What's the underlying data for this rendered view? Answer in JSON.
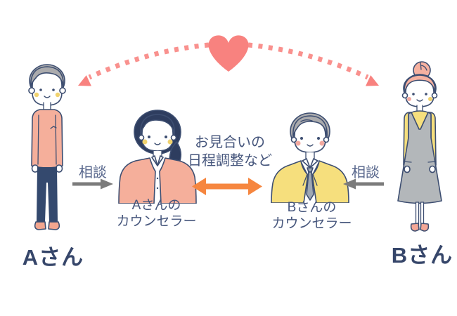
{
  "diagram": {
    "person_a": {
      "label": "Aさん"
    },
    "person_b": {
      "label": "Bさん"
    },
    "counselor_a": {
      "label_line1": "Aさんの",
      "label_line2": "カウンセラー"
    },
    "counselor_b": {
      "label_line1": "Bさんの",
      "label_line2": "カウンセラー"
    },
    "consult_left_label": "相談",
    "consult_right_label": "相談",
    "center_label_line1": "お見合いの",
    "center_label_line2": "日程調整など"
  },
  "icons": {
    "heart": "heart-icon",
    "dotted_arc_left": "dotted-arc-left",
    "dotted_arc_right": "dotted-arc-right",
    "person_a": "person-a-illustration",
    "person_b": "person-b-illustration",
    "counselor_a": "counselor-a-illustration",
    "counselor_b": "counselor-b-illustration"
  },
  "colors": {
    "heart_pink": "#F8827F",
    "dotted_line_pink": "#F9918E",
    "orange_arrow": "#F6863F",
    "gray_arrow": "#7B7B7B",
    "text_navy": "#36466A",
    "text_slate": "#46567C",
    "outline_navy": "#3D4E71",
    "clothing_salmon": "#F5AF9B",
    "clothing_yellow": "#F6DF7D",
    "clothing_gray": "#B3B7BA",
    "pants_navy": "#34496E",
    "hair_gray": "#ABABAD",
    "hair_navy": "#2E3D5F",
    "hair_pink": "#F6B1A0",
    "cheek_yellow": "#F0D26E",
    "cheek_pink": "#F2A9A0",
    "background": "#FFFFFF"
  }
}
